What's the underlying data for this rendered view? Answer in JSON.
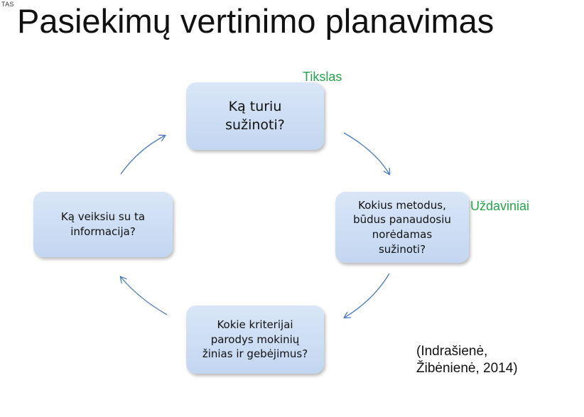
{
  "slide": {
    "corner_label": "TAS",
    "title": "Pasiekimų vertinimo planavimas"
  },
  "diagram": {
    "nodes": {
      "top": "Ką turiu\nsužinoti?",
      "right": "Kokius metodus,\nbūdus panaudosiu\nnorėdamas\nsužinoti?",
      "bottom": "Kokie kriterijai\nparodys mokinių\nžinias ir gebėjimus?",
      "left": "Ką veiksiu su ta\ninformacija?"
    },
    "labels": {
      "goal": "Tikslas",
      "tasks": "Uždaviniai"
    },
    "colors": {
      "node_fill": "#c9dbf3",
      "arrow": "#4a7bbf",
      "label_green": "#22a64a"
    }
  },
  "citation": "(Indrašienė,\nŽibėnienė, 2014)"
}
